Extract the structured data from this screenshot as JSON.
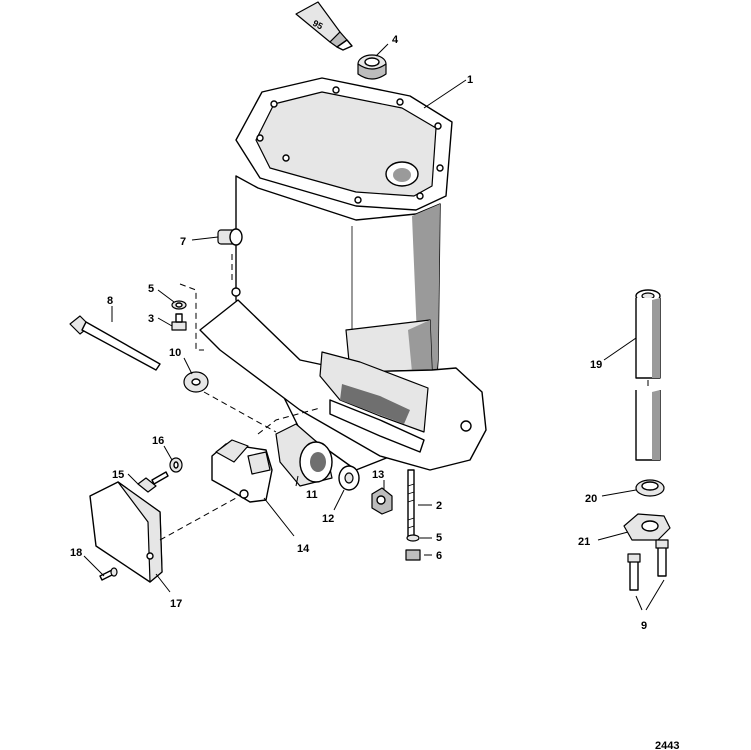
{
  "diagram_number": "2443",
  "callouts": {
    "c1": "1",
    "c2": "2",
    "c3": "3",
    "c4": "4",
    "c5a": "5",
    "c5b": "5",
    "c6": "6",
    "c7": "7",
    "c8": "8",
    "c9": "9",
    "c10": "10",
    "c11": "11",
    "c12": "12",
    "c13": "13",
    "c14": "14",
    "c15": "15",
    "c16": "16",
    "c17": "17",
    "c18": "18",
    "c19": "19",
    "c20": "20",
    "c21": "21"
  },
  "tube_label": "95"
}
